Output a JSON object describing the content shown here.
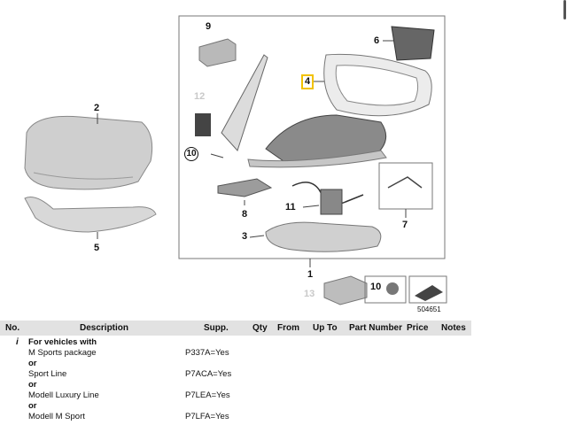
{
  "diagram": {
    "callouts": [
      "1",
      "2",
      "3",
      "4",
      "5",
      "6",
      "7",
      "8",
      "9",
      "10",
      "11",
      "12",
      "13"
    ],
    "image_number": "504651",
    "highlight_color": "#f2c200"
  },
  "table": {
    "headers": [
      "No.",
      "Description",
      "Supp.",
      "Qty",
      "From",
      "Up To",
      "Part Number",
      "Price",
      "Notes"
    ],
    "info_icon": "i",
    "rows": [
      {
        "desc": "For vehicles with",
        "supp": "",
        "bold": true
      },
      {
        "desc": "M Sports package",
        "supp": "P337A=Yes",
        "bold": false
      },
      {
        "desc": "or",
        "supp": "",
        "bold": true
      },
      {
        "desc": "Sport Line",
        "supp": "P7ACA=Yes",
        "bold": false
      },
      {
        "desc": "or",
        "supp": "",
        "bold": true
      },
      {
        "desc": "Modell Luxury Line",
        "supp": "P7LEA=Yes",
        "bold": false
      },
      {
        "desc": "or",
        "supp": "",
        "bold": true
      },
      {
        "desc": "Modell M Sport",
        "supp": "P7LFA=Yes",
        "bold": false
      }
    ]
  }
}
